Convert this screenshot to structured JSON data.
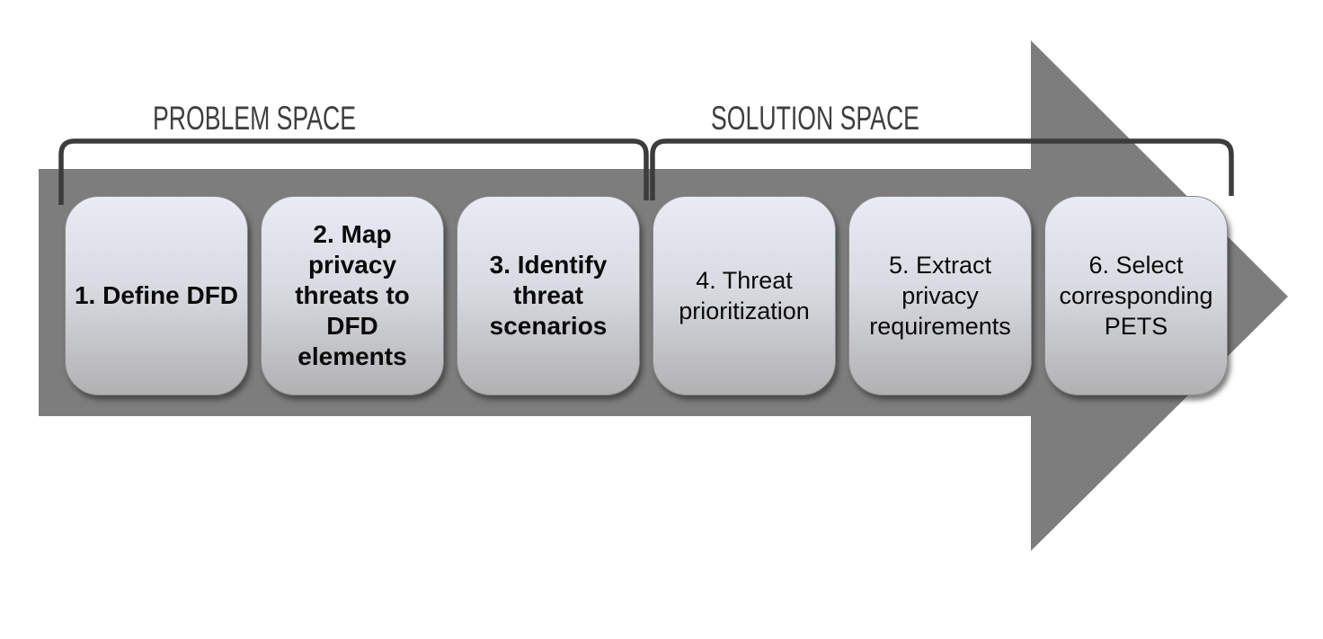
{
  "labels": {
    "problem_space": "PROBLEM SPACE",
    "solution_space": "SOLUTION SPACE"
  },
  "steps": [
    {
      "label": "1. Define DFD"
    },
    {
      "label": "2. Map\nprivacy\nthreats to\nDFD\nelements"
    },
    {
      "label": "3. Identify\nthreat\nscenarios"
    },
    {
      "label": "4. Threat\nprioritization"
    },
    {
      "label": "5. Extract\nprivacy\nrequirements"
    },
    {
      "label": "6. Select\ncorresponding\nPETS"
    }
  ],
  "colors": {
    "arrow": "#7d7d7d",
    "bracket": "#3c3c3c",
    "space_label": "#3f3f3f",
    "box_gradient_top": "#e9ebf5",
    "box_gradient_bottom": "#b1b1b2",
    "step_text": "#0a0a0a"
  }
}
